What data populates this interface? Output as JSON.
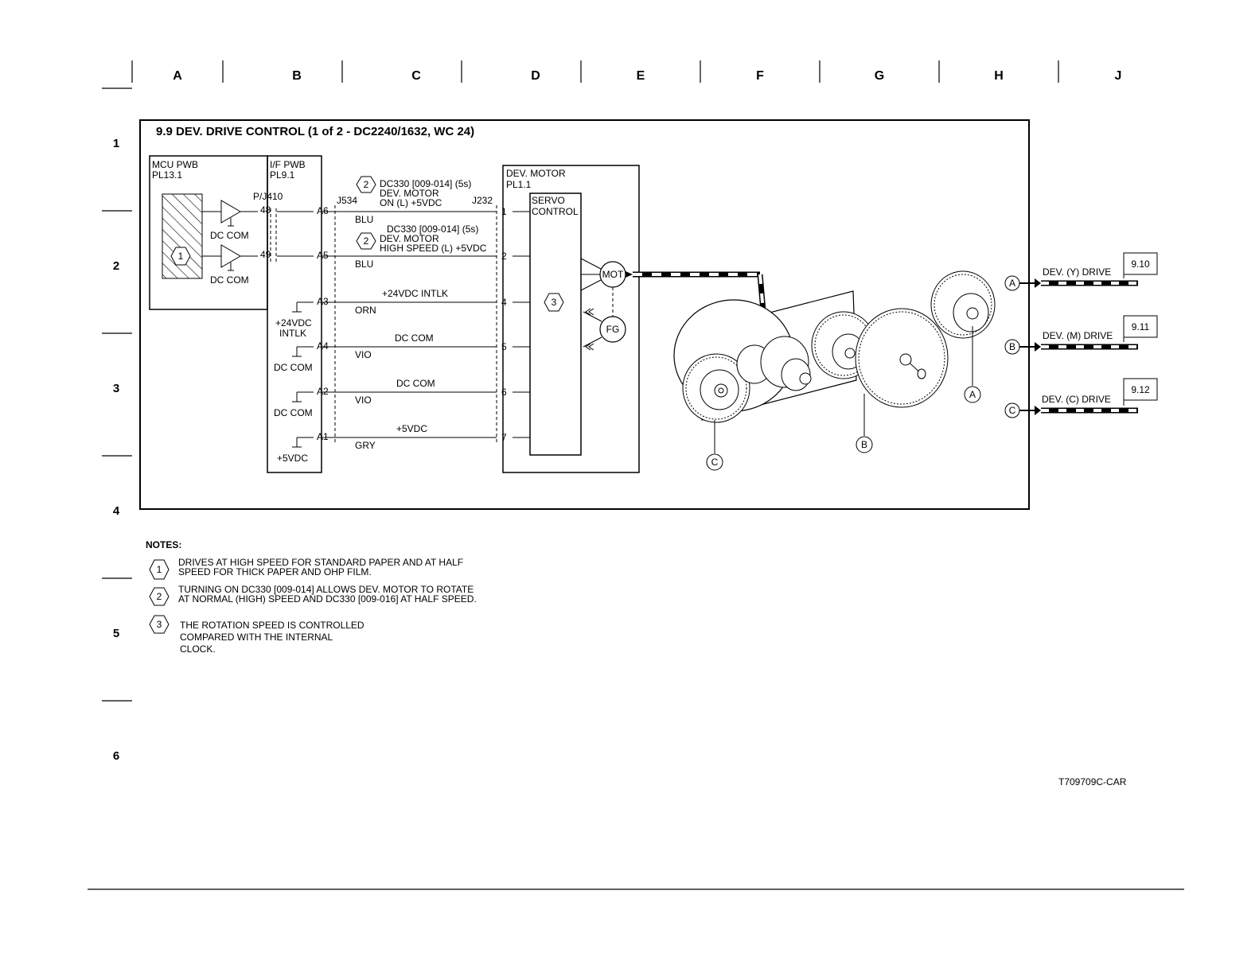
{
  "columns": [
    "A",
    "B",
    "C",
    "D",
    "E",
    "F",
    "G",
    "H",
    "J"
  ],
  "rows": [
    "1",
    "2",
    "3",
    "4",
    "5",
    "6"
  ],
  "title": "9.9 DEV. DRIVE CONTROL (1 of 2 - DC2240/1632, WC 24)",
  "mcu": {
    "name": "MCU PWB",
    "pl": "PL13.1",
    "dc_com_1": "DC COM",
    "dc_com_2": "DC COM",
    "note_ref": "1"
  },
  "ifpwb": {
    "name": "I/F PWB",
    "pl": "PL9.1",
    "connector": "P/J410",
    "pin48": "48",
    "pin49": "49",
    "v24": "+24VDC",
    "intlk": "INTLK",
    "dc_com_a": "DC COM",
    "dc_com_b": "DC COM",
    "v5": "+5VDC"
  },
  "harness": {
    "j534": "J534",
    "j232": "J232",
    "sig1_ref": "2",
    "sig1_l1": "DC330 [009-014] (5s)",
    "sig1_l2": "DEV. MOTOR",
    "sig1_l3": "ON (L) +5VDC",
    "sig2_ref": "2",
    "sig2_l1": "DC330 [009-014] (5s)",
    "sig2_l2": "DEV. MOTOR",
    "sig2_l3": "HIGH SPEED (L) +5VDC",
    "wires": [
      {
        "pin_a": "A6",
        "color": "BLU",
        "label": "",
        "pin_b": "1"
      },
      {
        "pin_a": "A5",
        "color": "BLU",
        "label": "",
        "pin_b": "2"
      },
      {
        "pin_a": "A3",
        "color": "ORN",
        "label": "+24VDC INTLK",
        "pin_b": "4"
      },
      {
        "pin_a": "A4",
        "color": "VIO",
        "label": "DC COM",
        "pin_b": "5"
      },
      {
        "pin_a": "A2",
        "color": "VIO",
        "label": "DC COM",
        "pin_b": "6"
      },
      {
        "pin_a": "A1",
        "color": "GRY",
        "label": "+5VDC",
        "pin_b": "7"
      }
    ]
  },
  "motor": {
    "name": "DEV. MOTOR",
    "pl": "PL1.1",
    "servo_l1": "SERVO",
    "servo_l2": "CONTROL",
    "note_ref": "3",
    "mot": "MOT",
    "fg": "FG"
  },
  "drives": [
    {
      "ref": "A",
      "label": "DEV. (Y) DRIVE",
      "page": "9.10"
    },
    {
      "ref": "B",
      "label": "DEV. (M) DRIVE",
      "page": "9.11"
    },
    {
      "ref": "C",
      "label": "DEV. (C) DRIVE",
      "page": "9.12"
    }
  ],
  "gear_labels": {
    "a": "A",
    "b": "B",
    "c": "C"
  },
  "notes": {
    "heading": "NOTES:",
    "items": [
      {
        "ref": "1",
        "l1": "DRIVES AT HIGH SPEED FOR STANDARD PAPER AND AT HALF",
        "l2": "SPEED FOR THICK PAPER AND OHP FILM.",
        "l3": ""
      },
      {
        "ref": "2",
        "l1": "TURNING ON DC330 [009-014] ALLOWS DEV. MOTOR TO ROTATE",
        "l2": "AT NORMAL (HIGH) SPEED AND DC330 [009-016] AT HALF SPEED.",
        "l3": ""
      },
      {
        "ref": "3",
        "l1": "THE ROTATION SPEED IS CONTROLLED",
        "l2": "COMPARED WITH THE INTERNAL",
        "l3": "CLOCK."
      }
    ]
  },
  "figure_id": "T709709C-CAR"
}
